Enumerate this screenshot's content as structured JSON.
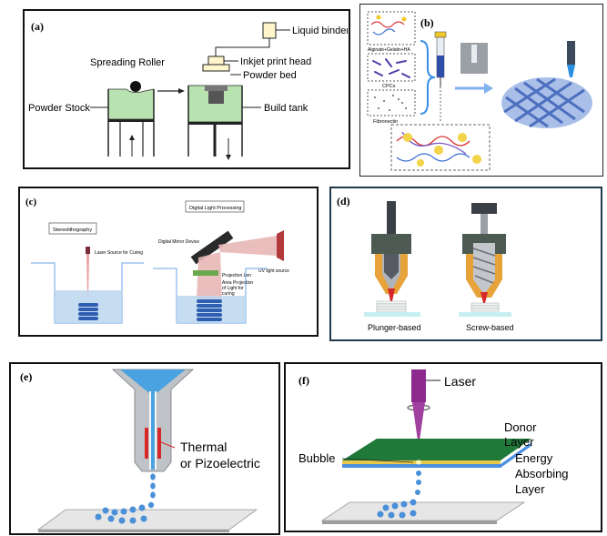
{
  "panel_a": {
    "label": "(a)",
    "liquid_binder": "Liquid binder",
    "inkjet_print_head": "Inkjet print head",
    "spreading_roller": "Spreading Roller",
    "powder_bed": "Powder bed",
    "powder_stock": "Powder  Stock",
    "build_tank": "Build tank"
  },
  "panel_b": {
    "label": "(b)",
    "alginate": "Alginate+Gelatin+HA",
    "cpcs": "CPCs",
    "fibronectin": "Fibronectin"
  },
  "panel_c": {
    "label": "(c)",
    "stereolithography": "Stereolithography",
    "laser_source": "Laser Source for Curing",
    "digital_light_processing": "Digital Light Processing",
    "digital_mirror_device": "Digital Mirror Device",
    "projection_lens": "Projection Len",
    "area_projection_1": "Area Projection",
    "area_projection_2": "of Light for",
    "area_projection_3": "curing",
    "uv_light_source": "UV light source"
  },
  "panel_d": {
    "label": "(d)",
    "plunger_based": "Plunger-based",
    "screw_based": "Screw-based"
  },
  "panel_e": {
    "label": "(e)",
    "thermal_1": "Thermal",
    "thermal_2": "or Pizoelectric"
  },
  "panel_f": {
    "label": "(f)",
    "laser": "Laser",
    "donor_1": "Donor",
    "donor_2": "Layer",
    "bubble": "Bubble",
    "energy_1": "Energy",
    "energy_2": "Absorbing",
    "energy_3": "Layer"
  },
  "colors": {
    "border": "#111111",
    "panel_b_border": "#222222",
    "panel_d_border": "#1e3a4c",
    "powder_green": "#b8e3b0",
    "dark_metal": "#444444",
    "blue": "#5b9bd5",
    "droplet_blue": "#4a90d9",
    "laser_purple": "#8e2a8e",
    "donor_green": "#1f7a3a",
    "resin_blue": "#bcd6ee",
    "light_red": "#e9b7b7",
    "heater_red": "#d62828",
    "orange": "#e8a23a",
    "gray_base": "#cfcfcf"
  },
  "icons": [
    "roller-icon",
    "syringe-icon",
    "scaffold-icon",
    "mirror-icon",
    "uv-source-icon",
    "nozzle-icon",
    "laser-icon"
  ]
}
